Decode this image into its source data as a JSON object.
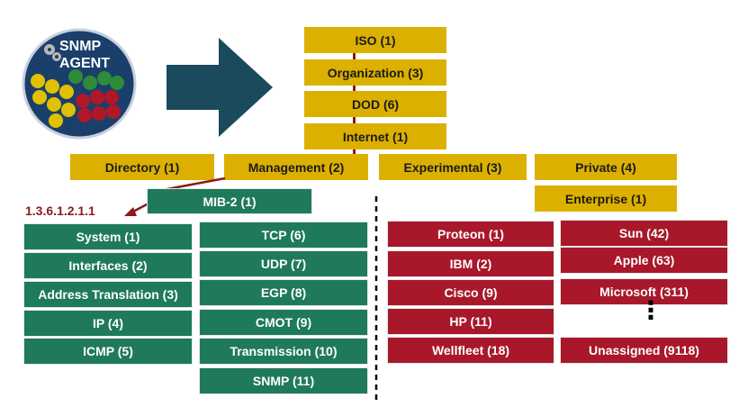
{
  "agent": {
    "line1": "SNMP",
    "line2": "AGENT"
  },
  "tree": {
    "iso": "ISO (1)",
    "organization": "Organization (3)",
    "dod": "DOD (6)",
    "internet": "Internet (1)",
    "directory": "Directory (1)",
    "management": "Management (2)",
    "experimental": "Experimental (3)",
    "private": "Private (4)",
    "enterprise": "Enterprise (1)",
    "mib2": "MIB-2 (1)",
    "oid": "1.3.6.1.2.1.1"
  },
  "mib2_groups_left": [
    "System (1)",
    "Interfaces (2)",
    "Address Translation (3)",
    "IP (4)",
    "ICMP (5)"
  ],
  "mib2_groups_right": [
    "TCP (6)",
    "UDP (7)",
    "EGP (8)",
    "CMOT (9)",
    "Transmission (10)",
    "SNMP (11)"
  ],
  "enterprises_left": [
    "Proteon (1)",
    "IBM (2)",
    "Cisco (9)",
    "HP (11)",
    "Wellfleet (18)"
  ],
  "enterprises_right": [
    "Sun (42)",
    "Apple (63)",
    "Microsoft (311)",
    "Unassigned (9118)"
  ],
  "ellipsis": "⋮",
  "colors": {
    "gold": "#dcb000",
    "green": "#1f7a5c",
    "red": "#a8182a",
    "arrow": "#1b4a5c",
    "chain": "#8b1a1a"
  }
}
